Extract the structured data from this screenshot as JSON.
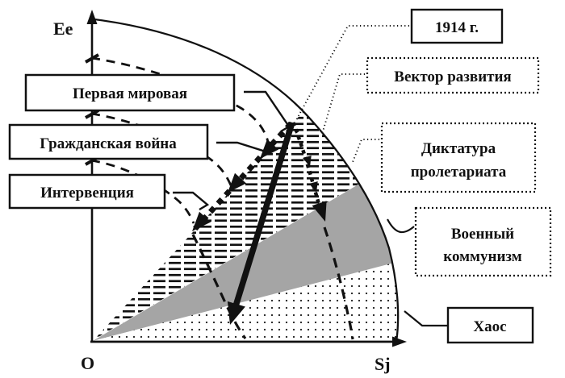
{
  "diagram": {
    "description": "Phase diagram of Russian revolutionary period 1914-1921",
    "axes": {
      "y_label": "Ee",
      "x_label": "Sj",
      "origin_label": "O"
    },
    "stage_boxes": [
      {
        "label": "Первая мировая"
      },
      {
        "label": "Гражданская война"
      },
      {
        "label": "Интервенция"
      }
    ],
    "annotation_boxes": {
      "year1914": {
        "label": "1914 г."
      },
      "vector": {
        "label": "Вектор развития"
      },
      "dictatorship": {
        "line1": "Диктатура",
        "line2": "пролетариата"
      },
      "war_communism": {
        "line1": "Военный",
        "line2": "коммунизм"
      },
      "chaos": {
        "label": "Хаос"
      }
    },
    "regions": [
      {
        "name": "dictatorship-of-proletariat",
        "texture": "horizontal-hatch"
      },
      {
        "name": "war-communism",
        "texture": "gray"
      },
      {
        "name": "chaos",
        "texture": "dots"
      }
    ],
    "colors": {
      "ink": "#111111",
      "gray_region": "#a5a5a5",
      "background": "#ffffff"
    }
  }
}
